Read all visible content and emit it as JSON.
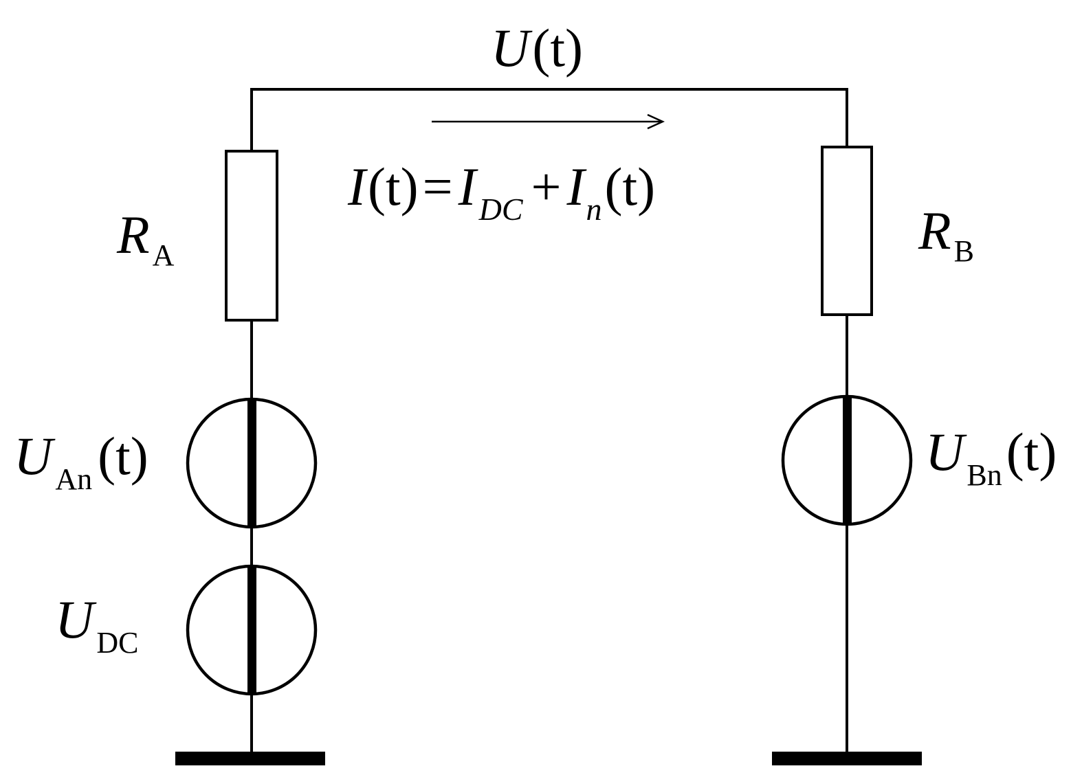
{
  "labels": {
    "voltage": {
      "main": "U",
      "arg": "(t)"
    },
    "current_eq": {
      "lhs": "I",
      "lhs_arg": "(t)",
      "eq": "=",
      "term1": "I",
      "term1_sub": "DC",
      "plus": "+",
      "term2": "I",
      "term2_sub": "n",
      "term2_arg": "(t)"
    },
    "resistor_a": {
      "main": "R",
      "sub": "A"
    },
    "resistor_b": {
      "main": "R",
      "sub": "B"
    },
    "source_an": {
      "main": "U",
      "sub": "An",
      "arg": "(t)"
    },
    "source_bn": {
      "main": "U",
      "sub": "Bn",
      "arg": "(t)"
    },
    "source_dc": {
      "main": "U",
      "sub": "DC"
    }
  },
  "colors": {
    "stroke": "#000000",
    "background": "#ffffff"
  }
}
